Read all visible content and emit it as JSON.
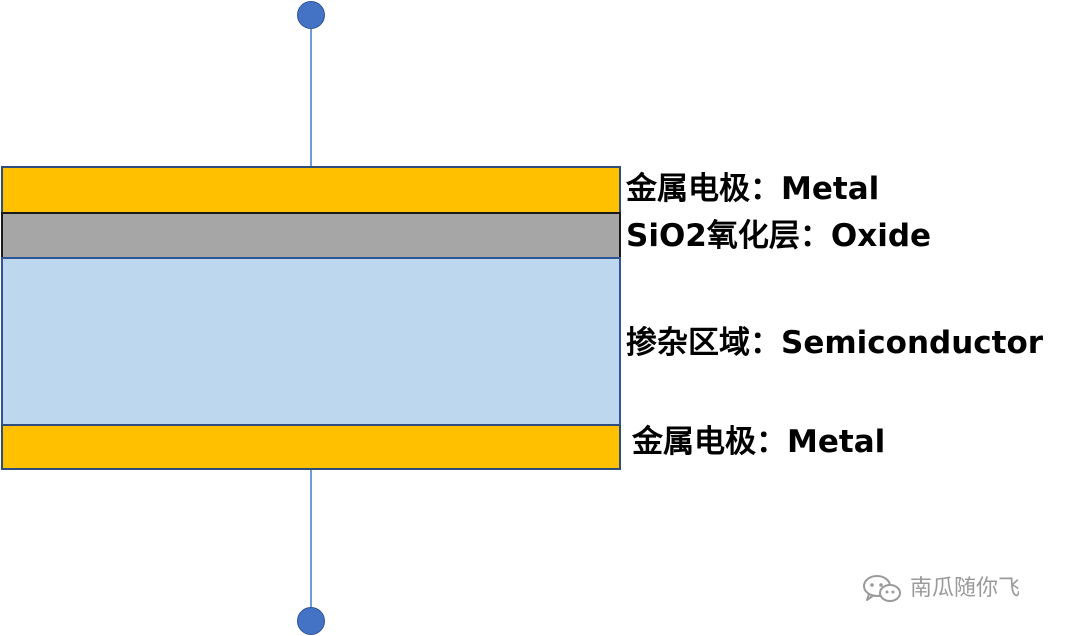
{
  "diagram": {
    "labels": {
      "top_metal": "金属电极：Metal",
      "oxide": "SiO2氧化层：Oxide",
      "semiconductor": "掺杂区域：Semiconductor",
      "bottom_metal": "金属电极：Metal"
    },
    "colors": {
      "metal": "#ffc000",
      "oxide": "#a6a6a6",
      "semiconductor": "#bdd7ee",
      "terminal": "#4472c4"
    }
  },
  "watermark": {
    "icon": "wechat-icon",
    "text": "南瓜随你飞"
  }
}
